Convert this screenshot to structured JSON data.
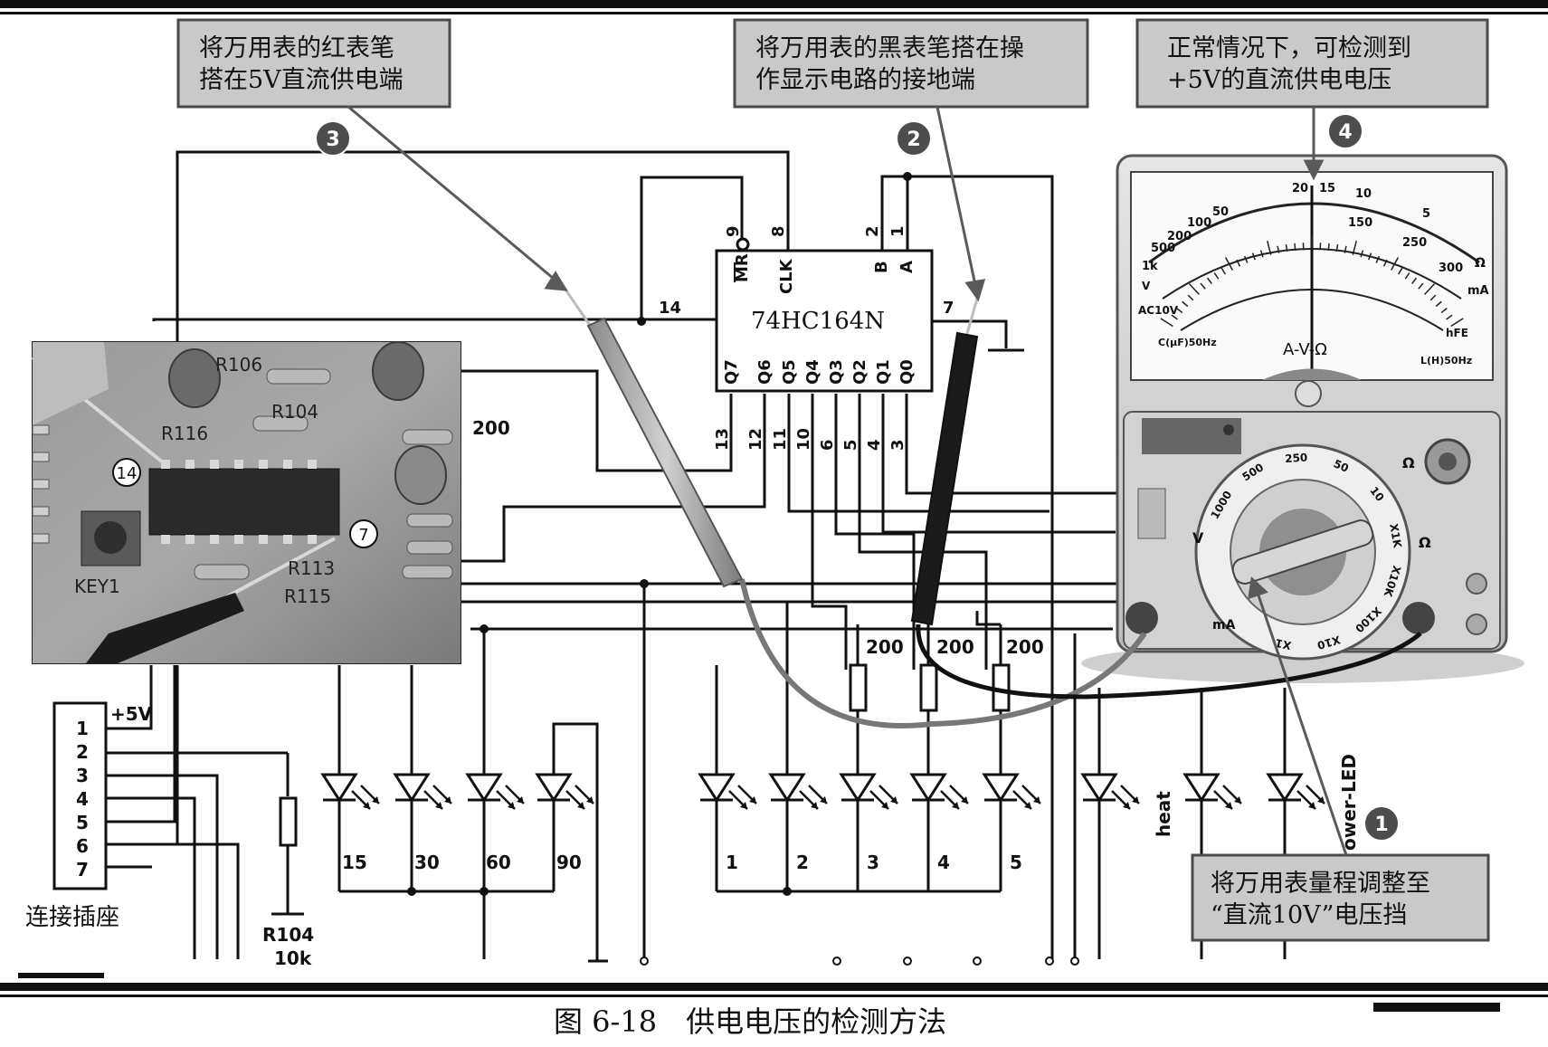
{
  "figure": {
    "caption": "图 6-18　供电电压的检测方法"
  },
  "callouts": [
    {
      "step": "3",
      "lines": [
        "将万用表的红表笔",
        "搭在5V直流供电端"
      ]
    },
    {
      "step": "2",
      "lines": [
        "将万用表的黑表笔搭在操",
        "作显示电路的接地端"
      ]
    },
    {
      "step": "4",
      "lines": [
        "正常情况下，可检测到",
        "+5V的直流供电电压"
      ]
    },
    {
      "step": "1",
      "lines": [
        "将万用表量程调整至",
        "“直流10V”电压挡"
      ]
    }
  ],
  "chip": {
    "name": "74HC164N",
    "top_pins": [
      "9",
      "8",
      "2",
      "1"
    ],
    "top_labels": [
      "MR",
      "CLK",
      "B",
      "A"
    ],
    "pin_14": "14",
    "pin_7": "7",
    "bottom_labels": [
      "Q7",
      "Q6",
      "Q5",
      "Q4",
      "Q3",
      "Q2",
      "Q1",
      "Q0"
    ],
    "bottom_pins": [
      "13",
      "12",
      "11",
      "10",
      "6",
      "5",
      "4",
      "3"
    ]
  },
  "photo": {
    "labels": [
      "R106",
      "R104",
      "R116",
      "KEY1",
      "R113",
      "R115"
    ],
    "pin_marks": [
      "14",
      "7"
    ]
  },
  "resistors": {
    "r200_labels": [
      "200",
      "200",
      "200",
      "200"
    ],
    "r104_name": "R104",
    "r104_value": "10k"
  },
  "connector": {
    "pins": [
      "1",
      "2",
      "3",
      "4",
      "5",
      "6",
      "7"
    ],
    "supply_label": "+5V",
    "title": "连接插座"
  },
  "leds": {
    "group1": [
      "15",
      "30",
      "60",
      "90"
    ],
    "group2": [
      "1",
      "2",
      "3",
      "4",
      "5"
    ],
    "heat_label": "heat",
    "power_label": "ower-LED"
  },
  "meter": {
    "scale_unit": "A-V-Ω",
    "scale_marks": [
      "20",
      "15",
      "10",
      "5",
      "50",
      "100",
      "200",
      "500",
      "1k",
      "150",
      "250",
      "300"
    ],
    "labels": [
      "AC10V",
      "C(μF)50Hz",
      "L(H)50Hz",
      "hFE",
      "mA",
      "Ω",
      "V"
    ],
    "dial_labels": [
      "V",
      "Ω",
      "mA",
      "1000",
      "500",
      "250",
      "50",
      "10",
      "X1K",
      "X10K",
      "X100",
      "X10",
      "X1"
    ]
  }
}
